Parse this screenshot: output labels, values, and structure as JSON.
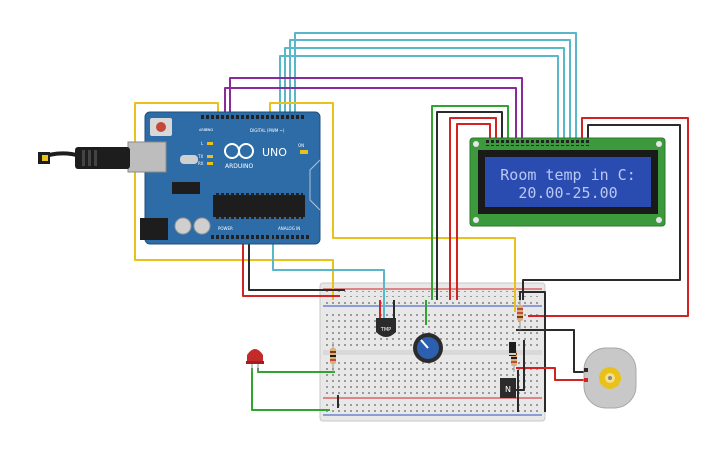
{
  "arduino": {
    "brand": "ARDUINO",
    "model": "UNO",
    "digital_label": "DIGITAL (PWM ~)",
    "power_label": "POWER",
    "analog_label": "ANALOG IN",
    "aref": "AREF",
    "gnd": "GND",
    "led_l": "L",
    "led_tx": "TX",
    "led_rx": "RX",
    "on_label": "ON"
  },
  "lcd": {
    "line1": "Room temp in C:",
    "line2": "20.00-25.00"
  },
  "breadboard": {
    "temp_sensor_label": "TMP",
    "transistor_label": "N"
  },
  "colors": {
    "arduino_board": "#2e6ca7",
    "lcd_pcb": "#3c9a3c",
    "lcd_screen": "#2a4cb0",
    "lcd_text": "#b9c7f2",
    "wire_red": "#d42121",
    "wire_black": "#2b2b2b",
    "wire_yellow": "#e8c21a",
    "wire_cyan": "#58b7c9",
    "wire_purple": "#8a2b9a",
    "wire_green": "#2fa52f"
  },
  "icons": {
    "usb": "usb-plug-icon",
    "reset": "reset-button-icon",
    "potentiometer": "potentiometer-icon",
    "led": "red-led-icon",
    "motor": "dc-motor-icon"
  }
}
